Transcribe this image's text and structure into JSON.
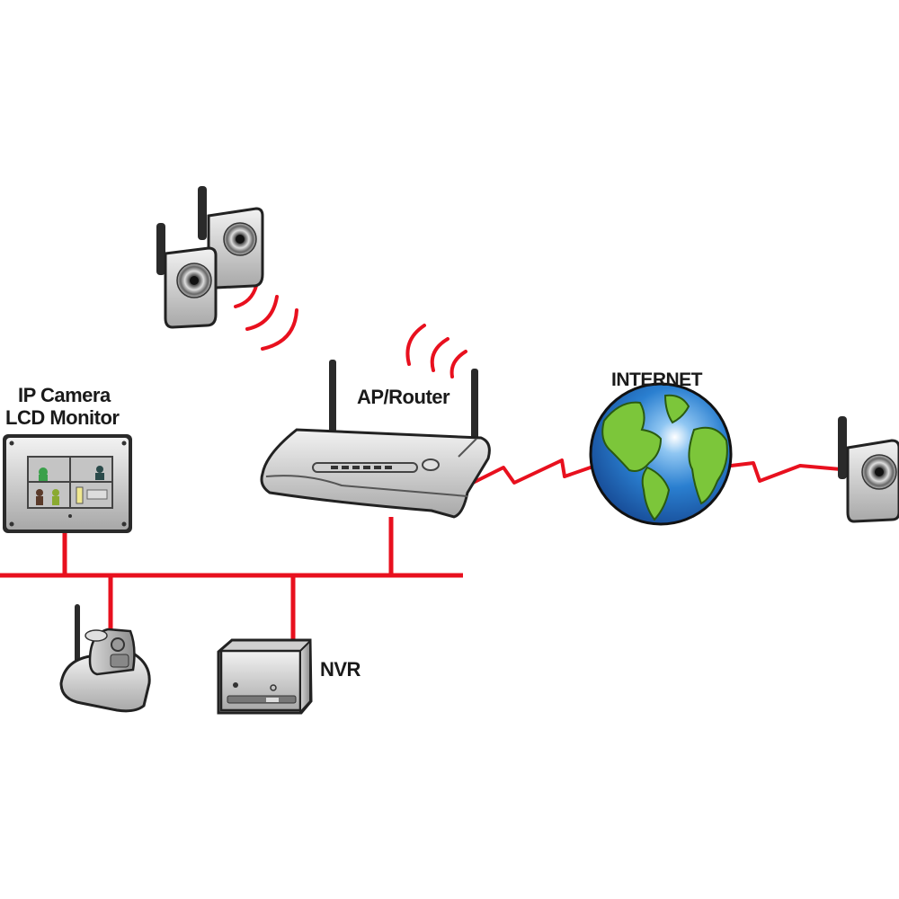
{
  "diagram": {
    "title": "IP camera network topology",
    "labels": {
      "lcd_monitor": [
        "IP Camera",
        "LCD Monitor"
      ],
      "router": "AP/Router",
      "internet": "INTERNET",
      "nvr": "NVR"
    },
    "nodes": [
      {
        "id": "wireless-cameras",
        "type": "wireless-ip-camera",
        "count": 2,
        "connection": "wireless"
      },
      {
        "id": "lcd-monitor",
        "type": "ip-camera-lcd-monitor",
        "connection": "wired"
      },
      {
        "id": "router",
        "type": "ap-router",
        "connection": "wired+wireless"
      },
      {
        "id": "internet",
        "type": "globe",
        "connection": "wan"
      },
      {
        "id": "remote-camera",
        "type": "ip-camera",
        "connection": "wan"
      },
      {
        "id": "ptz-camera",
        "type": "pan-tilt-ip-camera",
        "connection": "wired"
      },
      {
        "id": "nvr",
        "type": "network-video-recorder",
        "connection": "wired"
      }
    ],
    "links": [
      {
        "from": "wireless-cameras",
        "to": "router",
        "style": "wireless"
      },
      {
        "from": "lcd-monitor",
        "to": "lan-bus",
        "style": "wired"
      },
      {
        "from": "ptz-camera",
        "to": "lan-bus",
        "style": "wired"
      },
      {
        "from": "nvr",
        "to": "lan-bus",
        "style": "wired"
      },
      {
        "from": "router",
        "to": "lan-bus",
        "style": "wired"
      },
      {
        "from": "router",
        "to": "internet",
        "style": "wan-zigzag"
      },
      {
        "from": "internet",
        "to": "remote-camera",
        "style": "wan-zigzag"
      }
    ],
    "colors": {
      "link": "#e8101e",
      "device_body": "#c8c8c8",
      "outline": "#222222",
      "ocean": "#1f6fc0",
      "land": "#7cc63a"
    }
  }
}
